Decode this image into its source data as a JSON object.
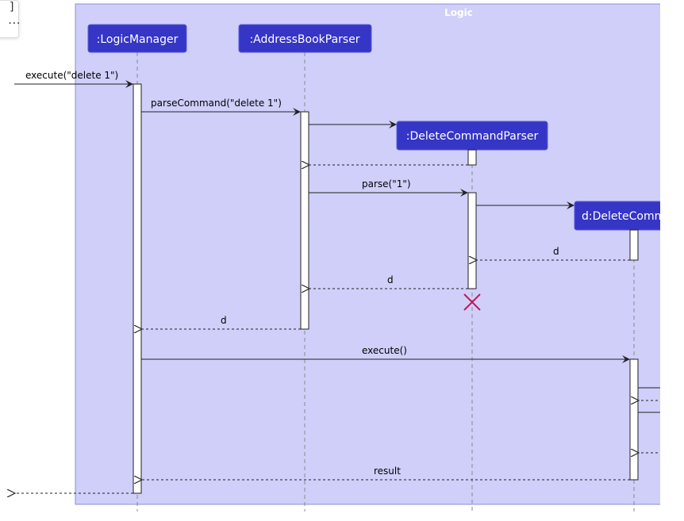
{
  "frame": {
    "title": "Logic"
  },
  "participants": [
    {
      "id": "lm",
      "label": ":LogicManager"
    },
    {
      "id": "abp",
      "label": ":AddressBookParser"
    },
    {
      "id": "dcp",
      "label": ":DeleteCommandParser"
    },
    {
      "id": "dc",
      "label": "d:DeleteComm"
    }
  ],
  "messages": [
    {
      "id": "m1",
      "label": "execute(\"delete 1\")"
    },
    {
      "id": "m2",
      "label": "parseCommand(\"delete 1\")"
    },
    {
      "id": "m3",
      "label": ""
    },
    {
      "id": "m4",
      "label": ""
    },
    {
      "id": "m5",
      "label": "parse(\"1\")"
    },
    {
      "id": "m6",
      "label": ""
    },
    {
      "id": "m7",
      "label": "d"
    },
    {
      "id": "m8",
      "label": "d"
    },
    {
      "id": "m9",
      "label": "d"
    },
    {
      "id": "m10",
      "label": "execute()"
    },
    {
      "id": "m11",
      "label": "result"
    }
  ],
  "colors": {
    "frame_fill": "#cfcffa",
    "frame_border": "#8c8cd6",
    "participant_fill": "#3535c6",
    "destroy_mark": "#c2185b",
    "lifeline": "#8a8a8a"
  },
  "widget": {
    "glyph_top": "]",
    "glyph_bottom": "..."
  }
}
